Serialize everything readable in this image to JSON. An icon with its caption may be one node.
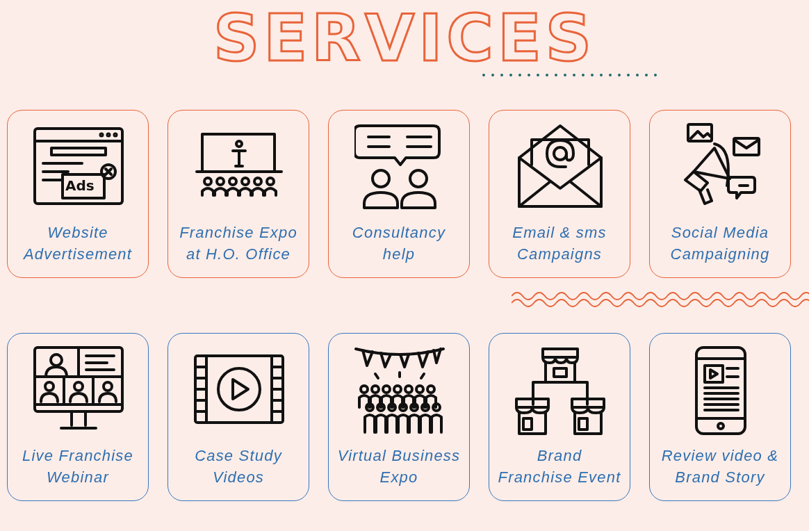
{
  "diagram": {
    "title": "SERVICES",
    "nodes": [
      {
        "text": [
          "Website Advertisement"
        ]
      },
      {
        "text": [
          "Franchise Expo at H.O. Office"
        ]
      },
      {
        "text": [
          "Consultancy help"
        ]
      },
      {
        "text": [
          "Email & sms Campaigns"
        ]
      },
      {
        "text": [
          "Social Media Campaigning"
        ]
      },
      {
        "text": [
          "Live Franchise Webinar"
        ]
      },
      {
        "text": [
          "Case Study Videos"
        ]
      },
      {
        "text": [
          "Virtual Business Expo"
        ]
      },
      {
        "text": [
          "Brand Franchise Event"
        ]
      },
      {
        "text": [
          "Review video & Brand Story"
        ]
      }
    ],
    "labels": [
      "Ads"
    ]
  }
}
